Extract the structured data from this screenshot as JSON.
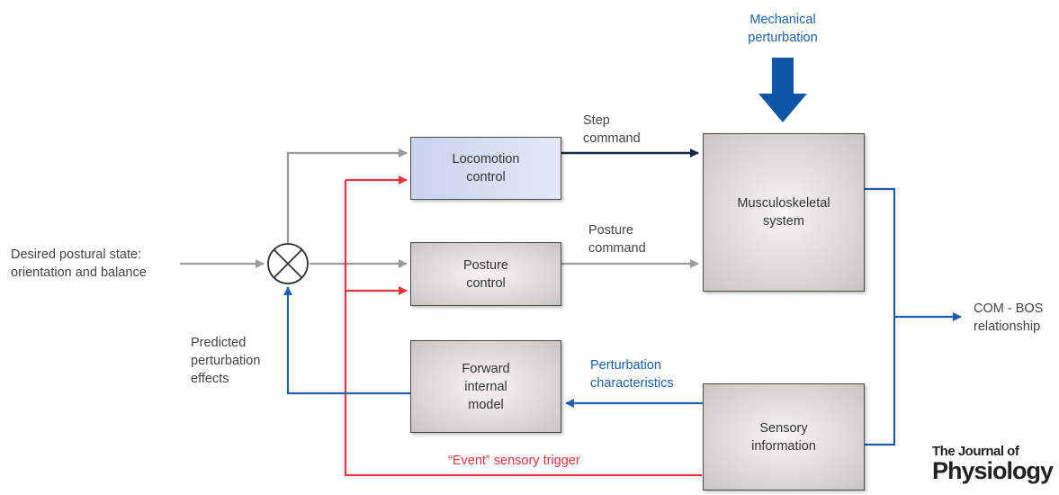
{
  "inputs": {
    "desired_state": "Desired postural state:\norientation and balance",
    "mechanical_perturbation": "Mechanical\nperturbation"
  },
  "boxes": {
    "locomotion": "Locomotion\ncontrol",
    "posture": "Posture\ncontrol",
    "forward_model": "Forward\ninternal\nmodel",
    "musculoskeletal": "Musculoskeletal\nsystem",
    "sensory": "Sensory\ninformation"
  },
  "signals": {
    "step_command": "Step\ncommand",
    "posture_command": "Posture\ncommand",
    "perturbation_characteristics": "Perturbation\ncharacteristics",
    "predicted_effects": "Predicted\nperturbation\neffects",
    "event_trigger": "“Event” sensory trigger",
    "output": "COM - BOS\nrelationship"
  },
  "logo": {
    "line1": "The Journal of",
    "line2": "Physiology"
  },
  "colors": {
    "gray_arrow": "#9a9a9a",
    "blue_arrow": "#1f5fa8",
    "dark_arrow": "#17294a",
    "red_arrow": "#e0343f",
    "big_arrow": "#0f55a5"
  }
}
